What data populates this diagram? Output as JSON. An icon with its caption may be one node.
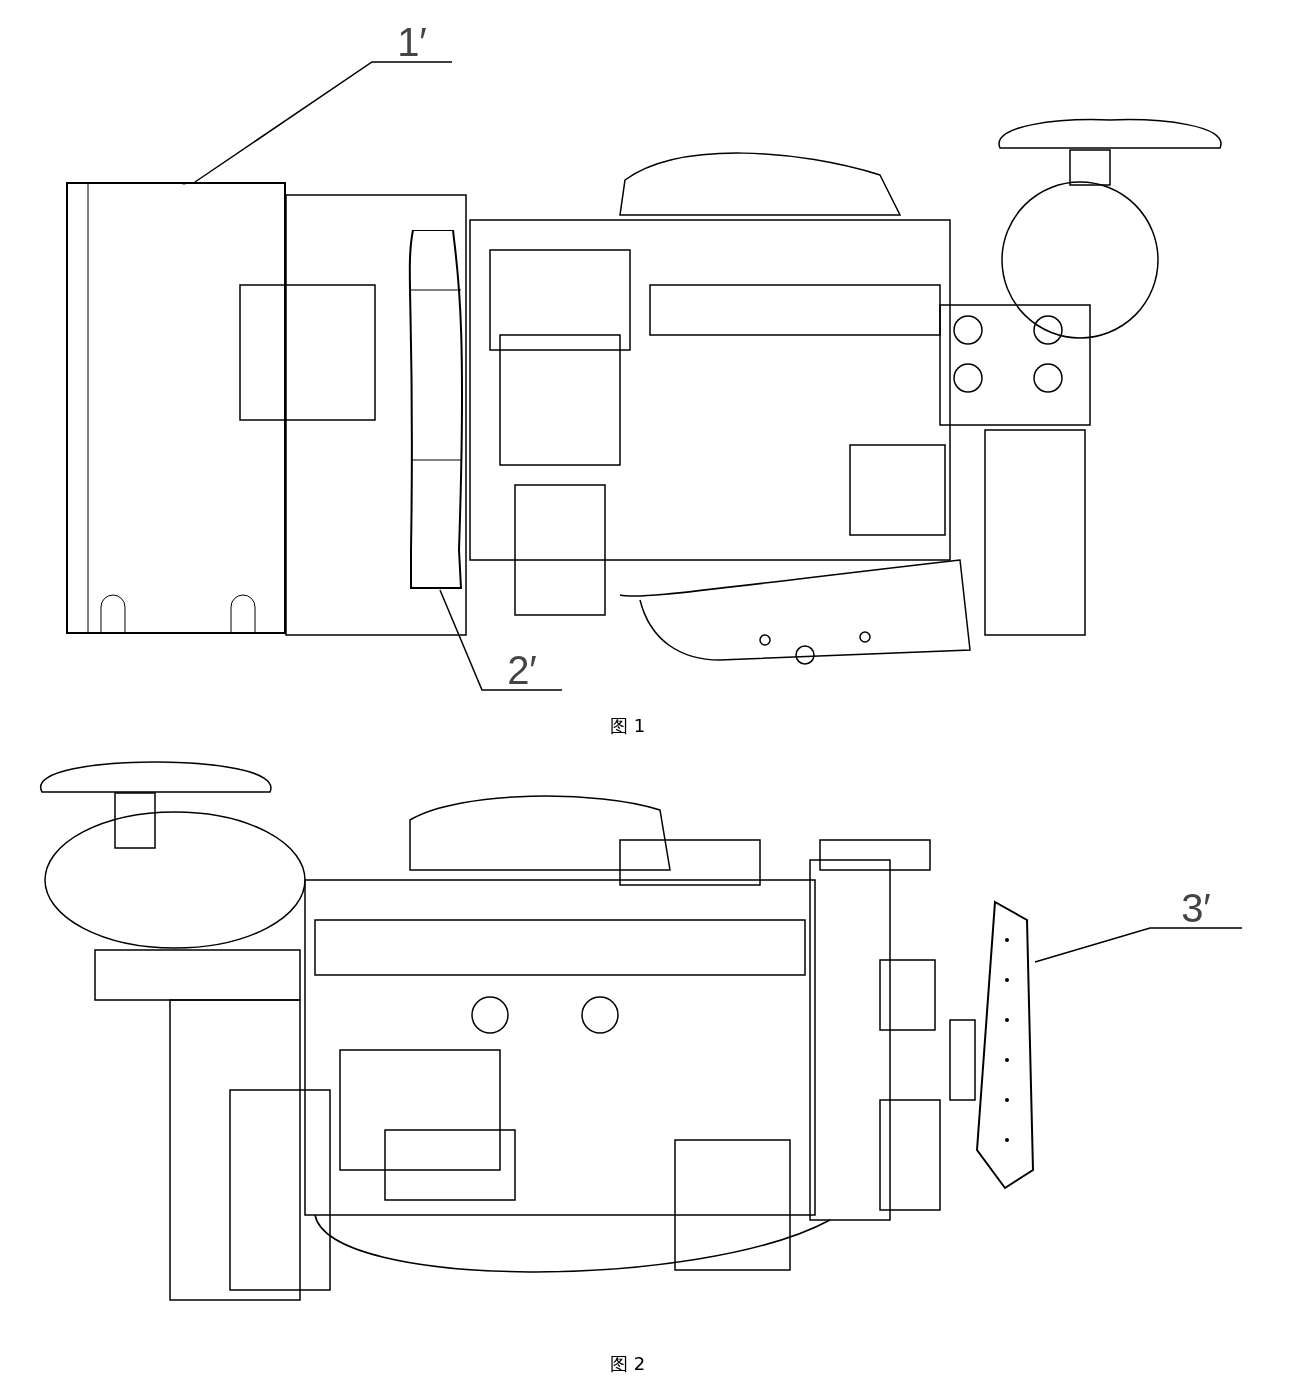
{
  "diagram": {
    "nodes": [
      {
        "text": [
          "1′"
        ]
      },
      {
        "text": [],
        "shape": "picture"
      },
      {
        "text": [
          "2′"
        ]
      },
      {
        "text": [],
        "shape": "picture"
      },
      {
        "text": [
          "3′"
        ]
      },
      {
        "text": [],
        "shape": "picture"
      }
    ],
    "edges": [
      {
        "from": 0,
        "to": 1,
        "arrow": "none"
      },
      {
        "from": 2,
        "to": 3,
        "arrow": "none"
      },
      {
        "from": 4,
        "to": 5,
        "arrow": "none"
      }
    ],
    "labels": [
      "图 1",
      "图 2"
    ]
  }
}
